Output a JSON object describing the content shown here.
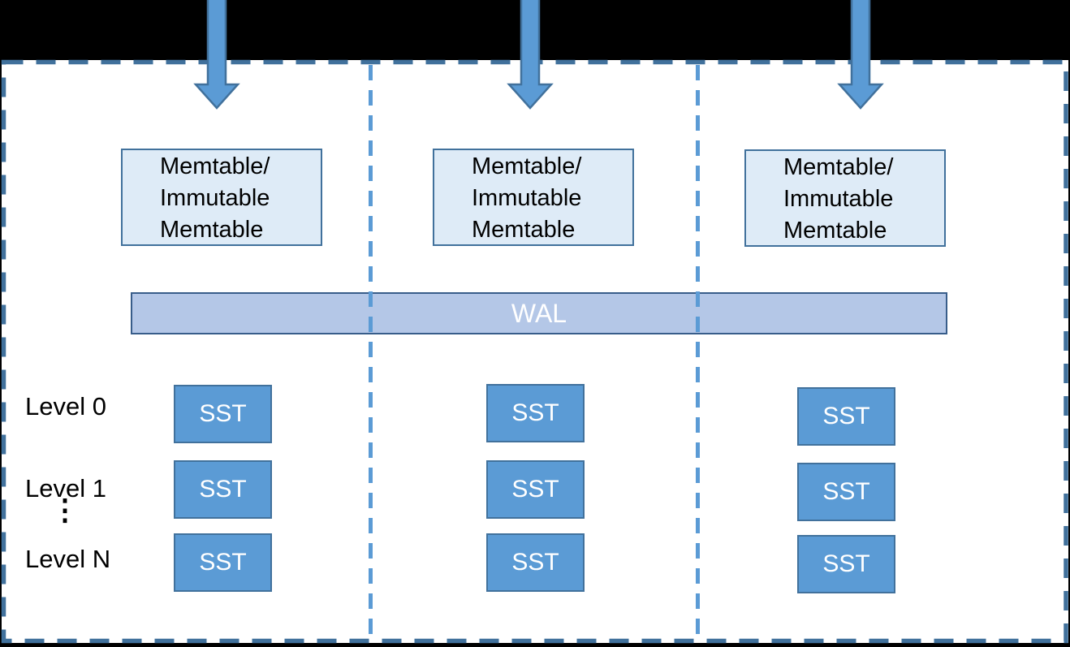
{
  "colors": {
    "bg": "#000000",
    "canvas": "#FFFFFF",
    "border_dash": "#41719C",
    "divider_dash": "#5B9BD5",
    "arrow_fill": "#5B9BD5",
    "arrow_stroke": "#41719C",
    "memtable_fill": "#DEEBF7",
    "memtable_border": "#41719C",
    "wal_fill": "#B4C7E7",
    "wal_border": "#385D8A",
    "wal_text": "#FFFFFF",
    "sst_fill": "#5B9BD5",
    "sst_border": "#41719C",
    "sst_text": "#FFFFFF",
    "label_text": "#000000"
  },
  "icons": {
    "write_arrow": "down-arrow"
  },
  "wal": {
    "label": "WAL"
  },
  "levels": {
    "items": [
      {
        "label": "Level 0"
      },
      {
        "label": "Level 1"
      },
      {
        "label": "Level N"
      }
    ],
    "ellipsis": "⋮"
  },
  "columns": [
    {
      "memtable": {
        "lines": [
          "Memtable/",
          "Immutable",
          "Memtable"
        ]
      },
      "ssts": [
        {
          "label": "SST"
        },
        {
          "label": "SST"
        },
        {
          "label": "SST"
        }
      ]
    },
    {
      "memtable": {
        "lines": [
          "Memtable/",
          "Immutable",
          "Memtable"
        ]
      },
      "ssts": [
        {
          "label": "SST"
        },
        {
          "label": "SST"
        },
        {
          "label": "SST"
        }
      ]
    },
    {
      "memtable": {
        "lines": [
          "Memtable/",
          "Immutable",
          "Memtable"
        ]
      },
      "ssts": [
        {
          "label": "SST"
        },
        {
          "label": "SST"
        },
        {
          "label": "SST"
        }
      ]
    }
  ]
}
